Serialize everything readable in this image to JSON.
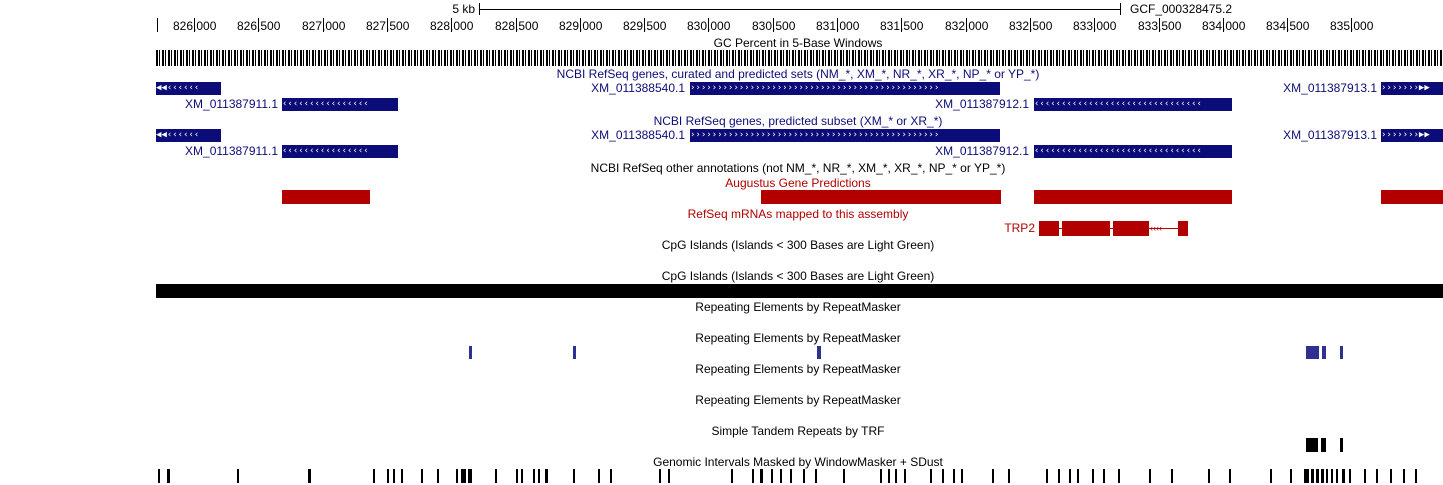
{
  "scale": {
    "label": "5 kb",
    "assembly": "GCF_000328475.2"
  },
  "ruler": [
    "826,000",
    "826,500",
    "827,000",
    "827,500",
    "828,000",
    "828,500",
    "829,000",
    "829,500",
    "830,000",
    "830,500",
    "831,000",
    "831,500",
    "832,000",
    "832,500",
    "833,000",
    "833,500",
    "834,000",
    "834,500",
    "835,000"
  ],
  "tracks": {
    "gc": "GC Percent in 5-Base Windows",
    "curated": "NCBI RefSeq genes, curated and predicted sets (NM_*, XM_*, NR_*, XR_*, NP_* or YP_*)",
    "predicted": "NCBI RefSeq genes, predicted subset (XM_* or XR_*)",
    "other": "NCBI RefSeq other annotations (not NM_*, NR_*, XM_*, XR_*, NP_* or YP_*)",
    "augustus": "Augustus Gene Predictions",
    "mrna": "RefSeq mRNAs mapped to this assembly",
    "cpg1": "CpG Islands (Islands < 300 Bases are Light Green)",
    "cpg2": "CpG Islands (Islands < 300 Bases are Light Green)",
    "rmsk1": "Repeating Elements by RepeatMasker",
    "rmsk2": "Repeating Elements by RepeatMasker",
    "rmsk3": "Repeating Elements by RepeatMasker",
    "rmsk4": "Repeating Elements by RepeatMasker",
    "trf": "Simple Tandem Repeats by TRF",
    "wm": "Genomic Intervals Masked by WindowMasker + SDust"
  },
  "genes": {
    "g1": "XM_011387911.1",
    "g2": "XM_011388540.1",
    "g3": "XM_011387912.1",
    "g4": "XM_011387913.1",
    "trp2": "TRP2"
  },
  "gene_glyphs": {
    "left_arrows": "◀◀‹‹‹‹‹‹",
    "rev_arrows": "‹‹‹‹‹‹‹‹‹‹‹‹‹‹‹‹",
    "fwd_arrows": "››››››››››››››››››››››››››››››››››››››››››››››",
    "rev_long": "‹‹‹‹‹‹‹‹‹‹‹‹‹‹‹‹‹‹‹‹‹‹‹‹‹‹‹‹‹‹‹",
    "right_arrows": "›››››››▶▶",
    "trp2_intron": "‹‹‹‹"
  },
  "colors": {
    "gene": "#0c0c78",
    "augustus": "#b20000",
    "rmsk": "#2e3192"
  }
}
